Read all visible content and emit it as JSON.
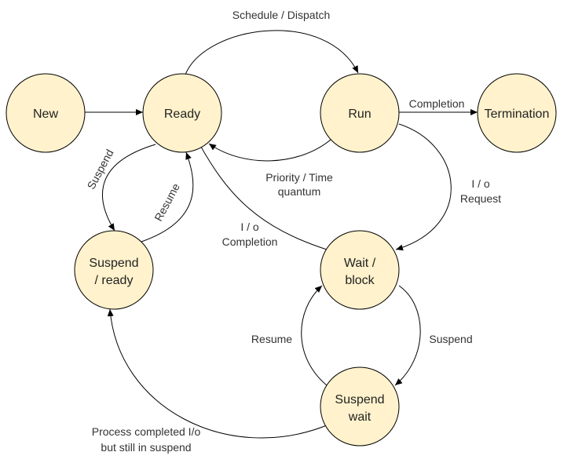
{
  "colors": {
    "state_fill": "#FFF2CC",
    "stroke": "#000000",
    "text": "#333333"
  },
  "nodes": {
    "new": {
      "label": "New"
    },
    "ready": {
      "label": "Ready"
    },
    "run": {
      "label": "Run"
    },
    "termination": {
      "label": "Termination"
    },
    "suspend_ready": {
      "line1": "Suspend",
      "line2": "/ ready"
    },
    "wait_block": {
      "line1": "Wait /",
      "line2": "block"
    },
    "suspend_wait": {
      "line1": "Suspend",
      "line2": "wait"
    }
  },
  "edges": {
    "schedule_dispatch": "Schedule / Dispatch",
    "completion": "Completion",
    "priority_time_quantum": {
      "line1": "Priority / Time",
      "line2": "quantum"
    },
    "io_request": {
      "line1": "I / o",
      "line2": "Request"
    },
    "io_completion": {
      "line1": "I / o",
      "line2": "Completion"
    },
    "suspend_from_ready": "Suspend",
    "resume_to_ready": "Resume",
    "suspend_from_wait": "Suspend",
    "resume_to_wait": "Resume",
    "process_completed_io": {
      "line1": "Process completed I/o",
      "line2": "but still in suspend"
    }
  }
}
